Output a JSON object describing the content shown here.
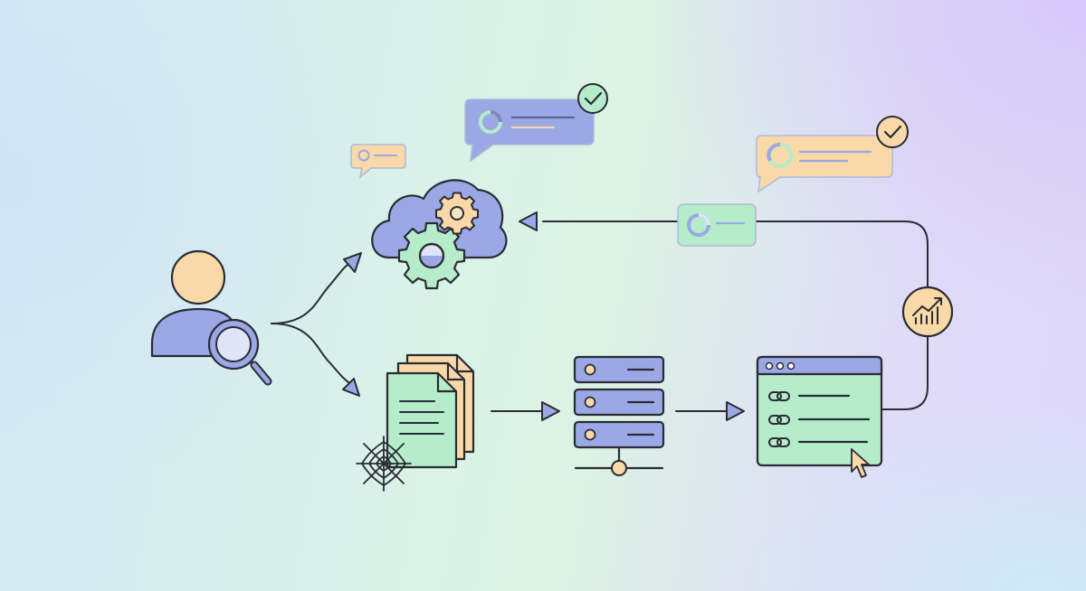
{
  "palette": {
    "blue": "#9aa8e6",
    "peach": "#f9d9a8",
    "mint": "#b5ecc9",
    "outline": "#2b2b35",
    "bubble_line": "#b0b8d8"
  },
  "nodes": [
    {
      "id": "user",
      "icon": "user-search-icon"
    },
    {
      "id": "cloud",
      "icon": "cloud-gears-icon"
    },
    {
      "id": "crawled-documents",
      "icon": "documents-spiderweb-icon"
    },
    {
      "id": "server",
      "icon": "server-stack-icon"
    },
    {
      "id": "browser",
      "icon": "browser-links-icon"
    },
    {
      "id": "analytics",
      "icon": "trend-chart-icon"
    }
  ],
  "edges": [
    {
      "from": "user",
      "to": "cloud"
    },
    {
      "from": "user",
      "to": "crawled-documents"
    },
    {
      "from": "crawled-documents",
      "to": "server"
    },
    {
      "from": "server",
      "to": "browser"
    },
    {
      "from": "browser",
      "to": "cloud",
      "via": "analytics"
    }
  ],
  "callouts": [
    {
      "id": "small-peach-bubble",
      "color": "peach",
      "checked": false
    },
    {
      "id": "blue-bubble",
      "color": "blue",
      "checked": true
    },
    {
      "id": "peach-bubble",
      "color": "peach",
      "checked": true
    },
    {
      "id": "mint-label",
      "color": "mint",
      "checked": false
    }
  ]
}
